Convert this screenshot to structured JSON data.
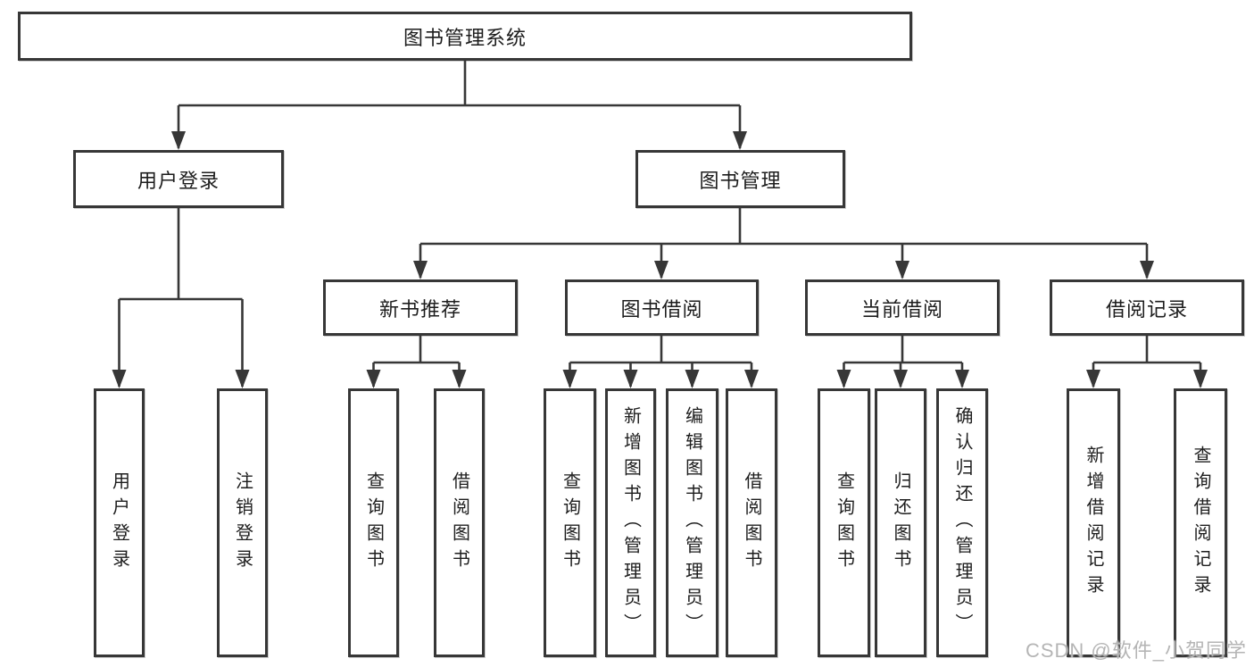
{
  "diagram": {
    "type": "tree",
    "root": {
      "label": "图书管理系统"
    },
    "level2": [
      {
        "id": "user-login",
        "label": "用户登录",
        "parent": "图书管理系统"
      },
      {
        "id": "book-management",
        "label": "图书管理",
        "parent": "图书管理系统"
      }
    ],
    "level3": [
      {
        "id": "new-book-recommend",
        "label": "新书推荐",
        "parent": "图书管理"
      },
      {
        "id": "book-borrowing",
        "label": "图书借阅",
        "parent": "图书管理"
      },
      {
        "id": "current-borrowing",
        "label": "当前借阅",
        "parent": "图书管理"
      },
      {
        "id": "borrowing-records",
        "label": "借阅记录",
        "parent": "图书管理"
      }
    ],
    "leaves": [
      {
        "label": "用户登录",
        "parent": "用户登录"
      },
      {
        "label": "注销登录",
        "parent": "用户登录"
      },
      {
        "label": "查询图书",
        "parent": "新书推荐"
      },
      {
        "label": "借阅图书",
        "parent": "新书推荐"
      },
      {
        "label": "查询图书",
        "parent": "图书借阅"
      },
      {
        "label": "新增图书（管理员）",
        "parent": "图书借阅"
      },
      {
        "label": "编辑图书（管理员）",
        "parent": "图书借阅"
      },
      {
        "label": "借阅图书",
        "parent": "图书借阅"
      },
      {
        "label": "查询图书",
        "parent": "当前借阅"
      },
      {
        "label": "归还图书",
        "parent": "当前借阅"
      },
      {
        "label": "确认归还（管理员）",
        "parent": "当前借阅"
      },
      {
        "label": "新增借阅记录",
        "parent": "借阅记录"
      },
      {
        "label": "查询借阅记录",
        "parent": "借阅记录"
      }
    ]
  },
  "watermark": "CSDN @软件_小贺同学",
  "colors": {
    "line": "#373737",
    "box_border": "#373737",
    "text": "#1d1d1d",
    "background": "#ffffff",
    "watermark": "#b5b5b5"
  }
}
